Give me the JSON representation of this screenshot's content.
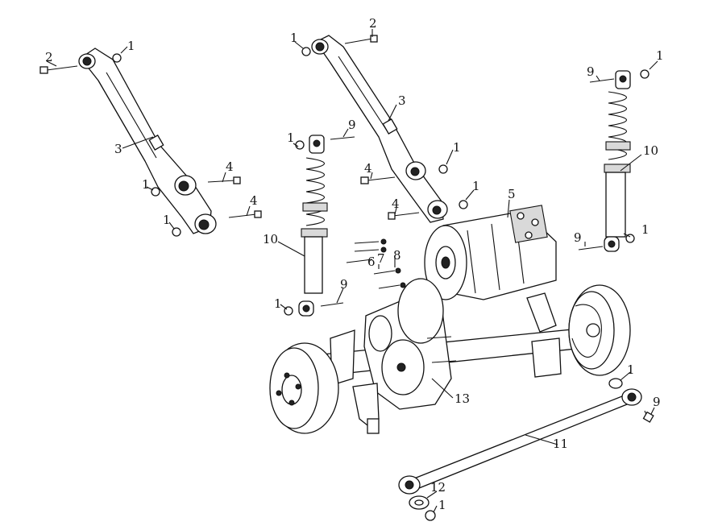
{
  "diagram": {
    "type": "exploded-parts-view",
    "callouts": [
      "1",
      "2",
      "3",
      "4",
      "5",
      "6",
      "7",
      "8",
      "9",
      "10",
      "11",
      "12",
      "13"
    ]
  }
}
